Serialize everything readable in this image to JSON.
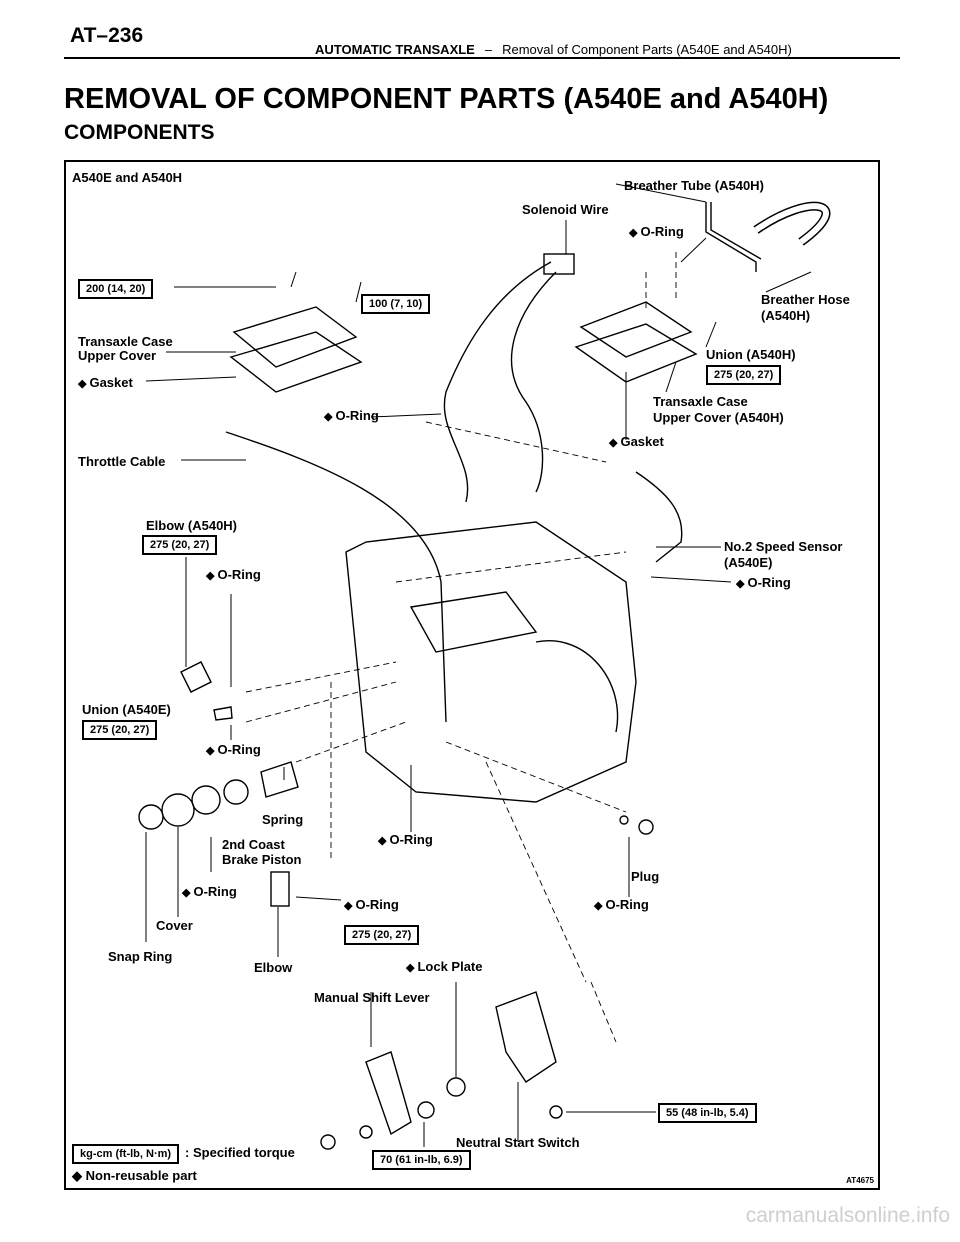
{
  "header": {
    "page_number": "AT–236",
    "section": "AUTOMATIC TRANSAXLE",
    "separator": "–",
    "subsection": "Removal of Component Parts (A540E and A540H)"
  },
  "title": "REMOVAL OF COMPONENT PARTS (A540E and A540H)",
  "subtitle": "COMPONENTS",
  "diagram": {
    "heading": "A540E and A540H",
    "labels": {
      "breather_tube": "Breather Tube (A540H)",
      "solenoid_wire": "Solenoid Wire",
      "oring_top": "O-Ring",
      "breather_hose_1": "Breather Hose",
      "breather_hose_2": "(A540H)",
      "upper_cover_l1": "Transaxle Case",
      "upper_cover_l2": "Upper Cover",
      "gasket_left": "Gasket",
      "union_a540h": "Union (A540H)",
      "upper_cover_r1": "Transaxle Case",
      "upper_cover_r2": "Upper Cover (A540H)",
      "oring_mid": "O-Ring",
      "gasket_right": "Gasket",
      "throttle_cable": "Throttle Cable",
      "elbow_a540h": "Elbow (A540H)",
      "oring_elbow": "O-Ring",
      "speed_sensor_1": "No.2 Speed Sensor",
      "speed_sensor_2": "(A540E)",
      "oring_sensor": "O-Ring",
      "union_a540e": "Union (A540E)",
      "oring_union": "O-Ring",
      "spring": "Spring",
      "piston_1": "2nd Coast",
      "piston_2": "Brake Piston",
      "oring_center": "O-Ring",
      "oring_piston": "O-Ring",
      "oring_lower": "O-Ring",
      "plug": "Plug",
      "oring_plug": "O-Ring",
      "cover": "Cover",
      "snap_ring": "Snap Ring",
      "elbow": "Elbow",
      "lock_plate": "Lock Plate",
      "manual_shift_lever": "Manual Shift Lever",
      "neutral_start_switch": "Neutral Start Switch"
    },
    "torques": {
      "t200": "200 (14, 20)",
      "t100": "100 (7, 10)",
      "t275_union": "275 (20, 27)",
      "t275_elbow": "275 (20, 27)",
      "t275_unione": "275 (20, 27)",
      "t275_lower": "275 (20, 27)",
      "t55": "55 (48 in-lb, 5.4)",
      "t70": "70 (61 in-lb, 6.9)"
    },
    "legend": {
      "unit_box": "kg-cm (ft-lb, N·m)",
      "unit_text": ": Specified torque",
      "nonreusable": "Non-reusable part",
      "diamond": "◆"
    },
    "code": "AT4675"
  },
  "watermark": "carmanualsonline.info"
}
